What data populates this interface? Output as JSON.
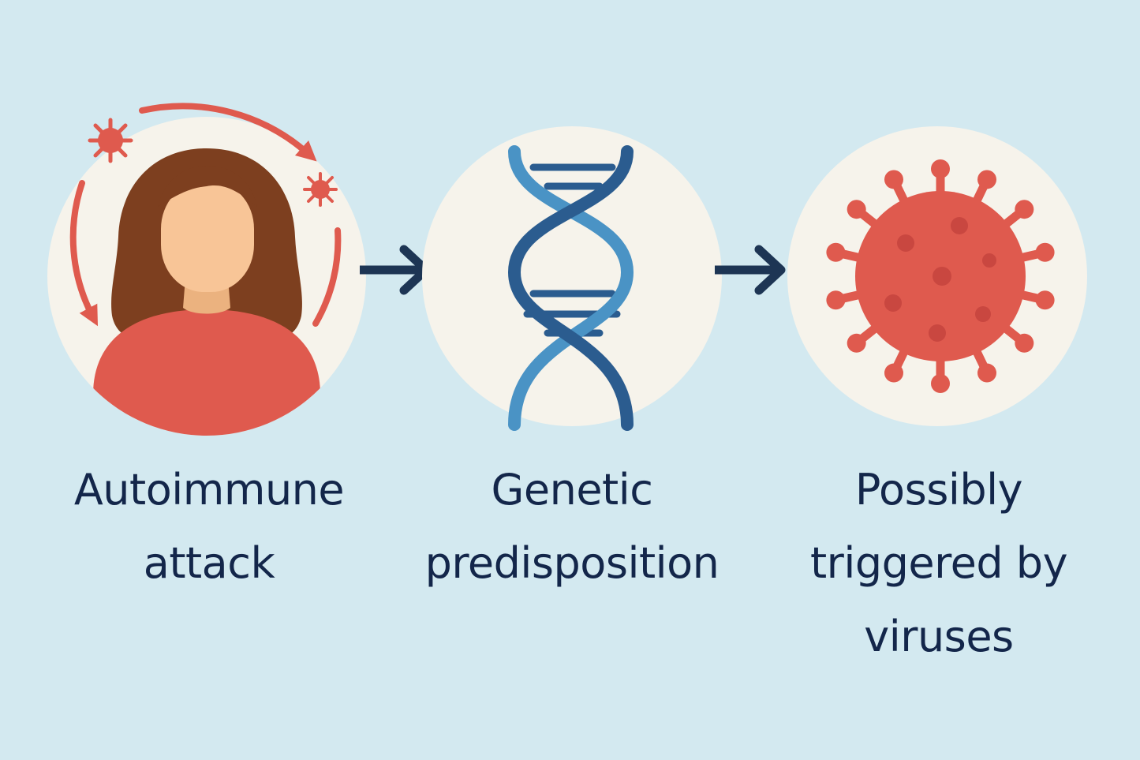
{
  "background_color": "#d3e9f0",
  "colors": {
    "circle_fill": "#f6f3eb",
    "accent_red": "#df5a4e",
    "arrow_navy": "#1d3554",
    "text_navy": "#13264a",
    "hair_brown": "#7d3f1f",
    "skin": "#f8c597",
    "dna_light": "#4a93c5",
    "dna_dark": "#2b5c8f"
  },
  "steps": [
    {
      "icon": "woman-autoimmune-icon",
      "lines": [
        "Autoimmune",
        "attack"
      ]
    },
    {
      "icon": "dna-helix-icon",
      "lines": [
        "Genetic",
        "predisposition"
      ]
    },
    {
      "icon": "virus-icon",
      "lines": [
        "Possibly",
        "triggered by",
        "viruses"
      ]
    }
  ],
  "connectors": [
    {
      "icon": "arrow-right-icon"
    },
    {
      "icon": "arrow-right-icon"
    }
  ]
}
